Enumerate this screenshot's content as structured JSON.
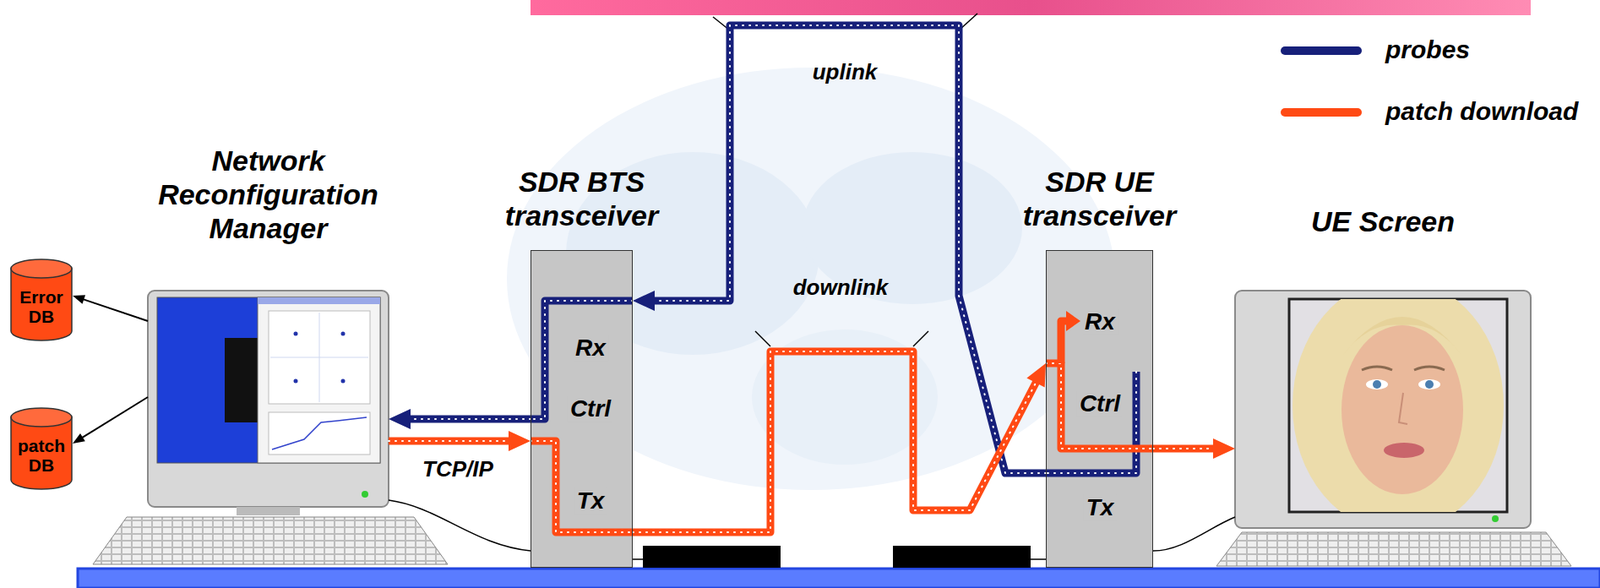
{
  "diagram": {
    "nodes": [
      {
        "text": [
          "Error DB"
        ]
      },
      {
        "text": [
          "patch DB"
        ]
      },
      {
        "text": [
          "Network Reconfiguration Manager"
        ]
      },
      {
        "text": [
          "SDR BTS transceiver",
          "Rx",
          "Ctrl",
          "Tx"
        ]
      },
      {
        "text": [
          "SDR UE transceiver",
          "Rx",
          "Ctrl",
          "Tx"
        ]
      },
      {
        "text": [
          "UE Screen"
        ]
      }
    ],
    "edges": [
      {
        "from": 2,
        "to": 0,
        "arrow": "to"
      },
      {
        "from": 2,
        "to": 1,
        "arrow": "to"
      },
      {
        "from": 4,
        "to": 3,
        "label": "uplink",
        "arrow": "to"
      },
      {
        "from": 3,
        "to": 2,
        "arrow": "to"
      },
      {
        "from": 2,
        "to": 3,
        "label": "TCP/IP",
        "arrow": "to"
      },
      {
        "from": 3,
        "to": 4,
        "label": "downlink",
        "arrow": "to"
      },
      {
        "from": 4,
        "to": 5,
        "arrow": "to"
      }
    ],
    "legend": [
      {
        "text": "probes",
        "color": "#17207a"
      },
      {
        "text": "patch download",
        "color": "#ff4a14"
      }
    ]
  }
}
